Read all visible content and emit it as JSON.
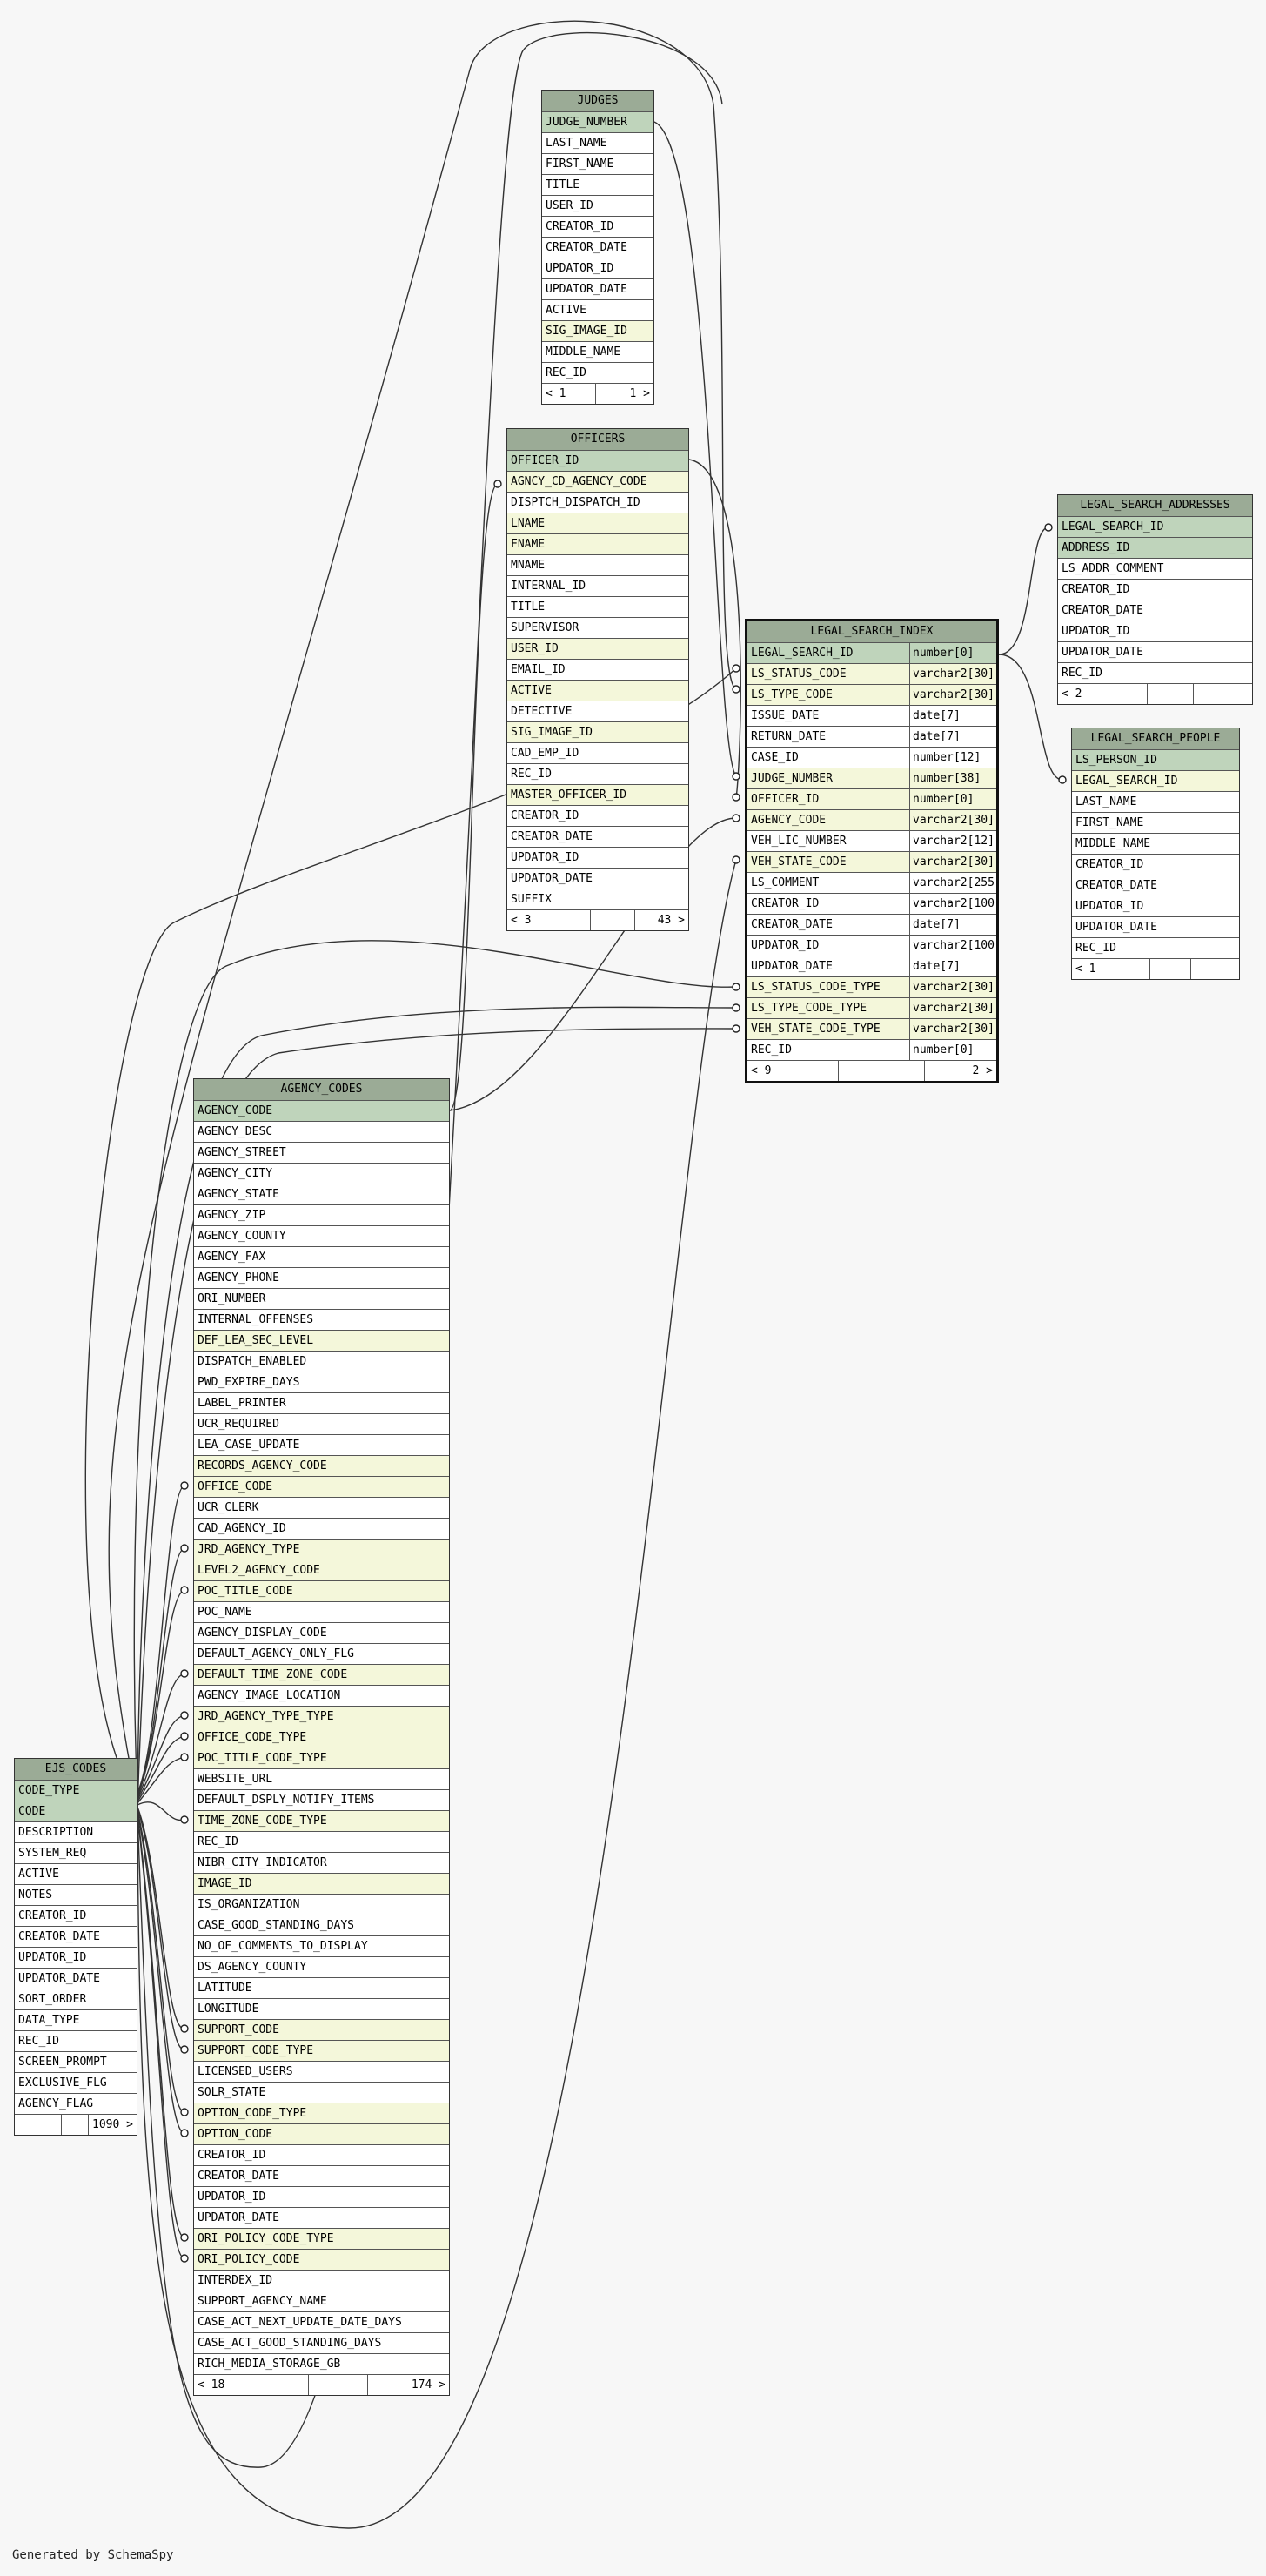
{
  "footer": "Generated by SchemaSpy",
  "colors": {
    "background": "#f7f7f7",
    "table_header": "#9bab96",
    "primary_key_row": "#bfd4bb",
    "foreign_key_row": "#f4f7da",
    "plain_row": "#ffffff",
    "line": "#333333"
  },
  "tables": {
    "judges": {
      "name": "JUDGES",
      "columns": [
        {
          "name": "JUDGE_NUMBER",
          "kind": "pk"
        },
        {
          "name": "LAST_NAME",
          "kind": ""
        },
        {
          "name": "FIRST_NAME",
          "kind": ""
        },
        {
          "name": "TITLE",
          "kind": ""
        },
        {
          "name": "USER_ID",
          "kind": ""
        },
        {
          "name": "CREATOR_ID",
          "kind": ""
        },
        {
          "name": "CREATOR_DATE",
          "kind": ""
        },
        {
          "name": "UPDATOR_ID",
          "kind": ""
        },
        {
          "name": "UPDATOR_DATE",
          "kind": ""
        },
        {
          "name": "ACTIVE",
          "kind": ""
        },
        {
          "name": "SIG_IMAGE_ID",
          "kind": "fk"
        },
        {
          "name": "MIDDLE_NAME",
          "kind": ""
        },
        {
          "name": "REC_ID",
          "kind": ""
        }
      ],
      "footer": [
        "< 1",
        "",
        "1 >"
      ]
    },
    "officers": {
      "name": "OFFICERS",
      "columns": [
        {
          "name": "OFFICER_ID",
          "kind": "pk"
        },
        {
          "name": "AGNCY_CD_AGENCY_CODE",
          "kind": "fk"
        },
        {
          "name": "DISPTCH_DISPATCH_ID",
          "kind": ""
        },
        {
          "name": "LNAME",
          "kind": "fk"
        },
        {
          "name": "FNAME",
          "kind": "fk"
        },
        {
          "name": "MNAME",
          "kind": ""
        },
        {
          "name": "INTERNAL_ID",
          "kind": ""
        },
        {
          "name": "TITLE",
          "kind": ""
        },
        {
          "name": "SUPERVISOR",
          "kind": ""
        },
        {
          "name": "USER_ID",
          "kind": "fk"
        },
        {
          "name": "EMAIL_ID",
          "kind": ""
        },
        {
          "name": "ACTIVE",
          "kind": "fk"
        },
        {
          "name": "DETECTIVE",
          "kind": ""
        },
        {
          "name": "SIG_IMAGE_ID",
          "kind": "fk"
        },
        {
          "name": "CAD_EMP_ID",
          "kind": ""
        },
        {
          "name": "REC_ID",
          "kind": ""
        },
        {
          "name": "MASTER_OFFICER_ID",
          "kind": "fk"
        },
        {
          "name": "CREATOR_ID",
          "kind": ""
        },
        {
          "name": "CREATOR_DATE",
          "kind": ""
        },
        {
          "name": "UPDATOR_ID",
          "kind": ""
        },
        {
          "name": "UPDATOR_DATE",
          "kind": ""
        },
        {
          "name": "SUFFIX",
          "kind": ""
        }
      ],
      "footer": [
        "< 3",
        "",
        "43 >"
      ]
    },
    "legal_search_addresses": {
      "name": "LEGAL_SEARCH_ADDRESSES",
      "columns": [
        {
          "name": "LEGAL_SEARCH_ID",
          "kind": "pk"
        },
        {
          "name": "ADDRESS_ID",
          "kind": "pk"
        },
        {
          "name": "LS_ADDR_COMMENT",
          "kind": ""
        },
        {
          "name": "CREATOR_ID",
          "kind": ""
        },
        {
          "name": "CREATOR_DATE",
          "kind": ""
        },
        {
          "name": "UPDATOR_ID",
          "kind": ""
        },
        {
          "name": "UPDATOR_DATE",
          "kind": ""
        },
        {
          "name": "REC_ID",
          "kind": ""
        }
      ],
      "footer": [
        "< 2",
        "",
        ""
      ]
    },
    "legal_search_index": {
      "name": "LEGAL_SEARCH_INDEX",
      "columns": [
        {
          "name": "LEGAL_SEARCH_ID",
          "type": "number[0]",
          "kind": "pk"
        },
        {
          "name": "LS_STATUS_CODE",
          "type": "varchar2[30]",
          "kind": "fk"
        },
        {
          "name": "LS_TYPE_CODE",
          "type": "varchar2[30]",
          "kind": "fk"
        },
        {
          "name": "ISSUE_DATE",
          "type": "date[7]",
          "kind": ""
        },
        {
          "name": "RETURN_DATE",
          "type": "date[7]",
          "kind": ""
        },
        {
          "name": "CASE_ID",
          "type": "number[12]",
          "kind": ""
        },
        {
          "name": "JUDGE_NUMBER",
          "type": "number[38]",
          "kind": "fk"
        },
        {
          "name": "OFFICER_ID",
          "type": "number[0]",
          "kind": "fk"
        },
        {
          "name": "AGENCY_CODE",
          "type": "varchar2[30]",
          "kind": "fk"
        },
        {
          "name": "VEH_LIC_NUMBER",
          "type": "varchar2[12]",
          "kind": ""
        },
        {
          "name": "VEH_STATE_CODE",
          "type": "varchar2[30]",
          "kind": "fk"
        },
        {
          "name": "LS_COMMENT",
          "type": "varchar2[255]",
          "kind": ""
        },
        {
          "name": "CREATOR_ID",
          "type": "varchar2[100]",
          "kind": ""
        },
        {
          "name": "CREATOR_DATE",
          "type": "date[7]",
          "kind": ""
        },
        {
          "name": "UPDATOR_ID",
          "type": "varchar2[100]",
          "kind": ""
        },
        {
          "name": "UPDATOR_DATE",
          "type": "date[7]",
          "kind": ""
        },
        {
          "name": "LS_STATUS_CODE_TYPE",
          "type": "varchar2[30]",
          "kind": "fk"
        },
        {
          "name": "LS_TYPE_CODE_TYPE",
          "type": "varchar2[30]",
          "kind": "fk"
        },
        {
          "name": "VEH_STATE_CODE_TYPE",
          "type": "varchar2[30]",
          "kind": "fk"
        },
        {
          "name": "REC_ID",
          "type": "number[0]",
          "kind": ""
        }
      ],
      "footer": [
        "< 9",
        "",
        "2 >"
      ]
    },
    "legal_search_people": {
      "name": "LEGAL_SEARCH_PEOPLE",
      "columns": [
        {
          "name": "LS_PERSON_ID",
          "kind": "pk"
        },
        {
          "name": "LEGAL_SEARCH_ID",
          "kind": "fk"
        },
        {
          "name": "LAST_NAME",
          "kind": ""
        },
        {
          "name": "FIRST_NAME",
          "kind": ""
        },
        {
          "name": "MIDDLE_NAME",
          "kind": ""
        },
        {
          "name": "CREATOR_ID",
          "kind": ""
        },
        {
          "name": "CREATOR_DATE",
          "kind": ""
        },
        {
          "name": "UPDATOR_ID",
          "kind": ""
        },
        {
          "name": "UPDATOR_DATE",
          "kind": ""
        },
        {
          "name": "REC_ID",
          "kind": ""
        }
      ],
      "footer": [
        "< 1",
        "",
        ""
      ]
    },
    "agency_codes": {
      "name": "AGENCY_CODES",
      "columns": [
        {
          "name": "AGENCY_CODE",
          "kind": "pk"
        },
        {
          "name": "AGENCY_DESC",
          "kind": ""
        },
        {
          "name": "AGENCY_STREET",
          "kind": ""
        },
        {
          "name": "AGENCY_CITY",
          "kind": ""
        },
        {
          "name": "AGENCY_STATE",
          "kind": ""
        },
        {
          "name": "AGENCY_ZIP",
          "kind": ""
        },
        {
          "name": "AGENCY_COUNTY",
          "kind": ""
        },
        {
          "name": "AGENCY_FAX",
          "kind": ""
        },
        {
          "name": "AGENCY_PHONE",
          "kind": ""
        },
        {
          "name": "ORI_NUMBER",
          "kind": ""
        },
        {
          "name": "INTERNAL_OFFENSES",
          "kind": ""
        },
        {
          "name": "DEF_LEA_SEC_LEVEL",
          "kind": "fk"
        },
        {
          "name": "DISPATCH_ENABLED",
          "kind": ""
        },
        {
          "name": "PWD_EXPIRE_DAYS",
          "kind": ""
        },
        {
          "name": "LABEL_PRINTER",
          "kind": ""
        },
        {
          "name": "UCR_REQUIRED",
          "kind": ""
        },
        {
          "name": "LEA_CASE_UPDATE",
          "kind": ""
        },
        {
          "name": "RECORDS_AGENCY_CODE",
          "kind": "fk"
        },
        {
          "name": "OFFICE_CODE",
          "kind": "fk"
        },
        {
          "name": "UCR_CLERK",
          "kind": ""
        },
        {
          "name": "CAD_AGENCY_ID",
          "kind": ""
        },
        {
          "name": "JRD_AGENCY_TYPE",
          "kind": "fk"
        },
        {
          "name": "LEVEL2_AGENCY_CODE",
          "kind": "fk"
        },
        {
          "name": "POC_TITLE_CODE",
          "kind": "fk"
        },
        {
          "name": "POC_NAME",
          "kind": ""
        },
        {
          "name": "AGENCY_DISPLAY_CODE",
          "kind": ""
        },
        {
          "name": "DEFAULT_AGENCY_ONLY_FLG",
          "kind": ""
        },
        {
          "name": "DEFAULT_TIME_ZONE_CODE",
          "kind": "fk"
        },
        {
          "name": "AGENCY_IMAGE_LOCATION",
          "kind": ""
        },
        {
          "name": "JRD_AGENCY_TYPE_TYPE",
          "kind": "fk"
        },
        {
          "name": "OFFICE_CODE_TYPE",
          "kind": "fk"
        },
        {
          "name": "POC_TITLE_CODE_TYPE",
          "kind": "fk"
        },
        {
          "name": "WEBSITE_URL",
          "kind": ""
        },
        {
          "name": "DEFAULT_DSPLY_NOTIFY_ITEMS",
          "kind": ""
        },
        {
          "name": "TIME_ZONE_CODE_TYPE",
          "kind": "fk"
        },
        {
          "name": "REC_ID",
          "kind": ""
        },
        {
          "name": "NIBR_CITY_INDICATOR",
          "kind": ""
        },
        {
          "name": "IMAGE_ID",
          "kind": "fk"
        },
        {
          "name": "IS_ORGANIZATION",
          "kind": ""
        },
        {
          "name": "CASE_GOOD_STANDING_DAYS",
          "kind": ""
        },
        {
          "name": "NO_OF_COMMENTS_TO_DISPLAY",
          "kind": ""
        },
        {
          "name": "DS_AGENCY_COUNTY",
          "kind": ""
        },
        {
          "name": "LATITUDE",
          "kind": ""
        },
        {
          "name": "LONGITUDE",
          "kind": ""
        },
        {
          "name": "SUPPORT_CODE",
          "kind": "fk"
        },
        {
          "name": "SUPPORT_CODE_TYPE",
          "kind": "fk"
        },
        {
          "name": "LICENSED_USERS",
          "kind": ""
        },
        {
          "name": "SOLR_STATE",
          "kind": ""
        },
        {
          "name": "OPTION_CODE_TYPE",
          "kind": "fk"
        },
        {
          "name": "OPTION_CODE",
          "kind": "fk"
        },
        {
          "name": "CREATOR_ID",
          "kind": ""
        },
        {
          "name": "CREATOR_DATE",
          "kind": ""
        },
        {
          "name": "UPDATOR_ID",
          "kind": ""
        },
        {
          "name": "UPDATOR_DATE",
          "kind": ""
        },
        {
          "name": "ORI_POLICY_CODE_TYPE",
          "kind": "fk"
        },
        {
          "name": "ORI_POLICY_CODE",
          "kind": "fk"
        },
        {
          "name": "INTERDEX_ID",
          "kind": ""
        },
        {
          "name": "SUPPORT_AGENCY_NAME",
          "kind": ""
        },
        {
          "name": "CASE_ACT_NEXT_UPDATE_DATE_DAYS",
          "kind": ""
        },
        {
          "name": "CASE_ACT_GOOD_STANDING_DAYS",
          "kind": ""
        },
        {
          "name": "RICH_MEDIA_STORAGE_GB",
          "kind": ""
        }
      ],
      "footer": [
        "< 18",
        "",
        "174 >"
      ]
    },
    "ejs_codes": {
      "name": "EJS_CODES",
      "columns": [
        {
          "name": "CODE_TYPE",
          "kind": "pk"
        },
        {
          "name": "CODE",
          "kind": "pk"
        },
        {
          "name": "DESCRIPTION",
          "kind": ""
        },
        {
          "name": "SYSTEM_REQ",
          "kind": ""
        },
        {
          "name": "ACTIVE",
          "kind": ""
        },
        {
          "name": "NOTES",
          "kind": ""
        },
        {
          "name": "CREATOR_ID",
          "kind": ""
        },
        {
          "name": "CREATOR_DATE",
          "kind": ""
        },
        {
          "name": "UPDATOR_ID",
          "kind": ""
        },
        {
          "name": "UPDATOR_DATE",
          "kind": ""
        },
        {
          "name": "SORT_ORDER",
          "kind": ""
        },
        {
          "name": "DATA_TYPE",
          "kind": ""
        },
        {
          "name": "REC_ID",
          "kind": ""
        },
        {
          "name": "SCREEN_PROMPT",
          "kind": ""
        },
        {
          "name": "EXCLUSIVE_FLG",
          "kind": ""
        },
        {
          "name": "AGENCY_FLAG",
          "kind": ""
        }
      ],
      "footer": [
        "",
        "",
        "1090 >"
      ]
    }
  }
}
